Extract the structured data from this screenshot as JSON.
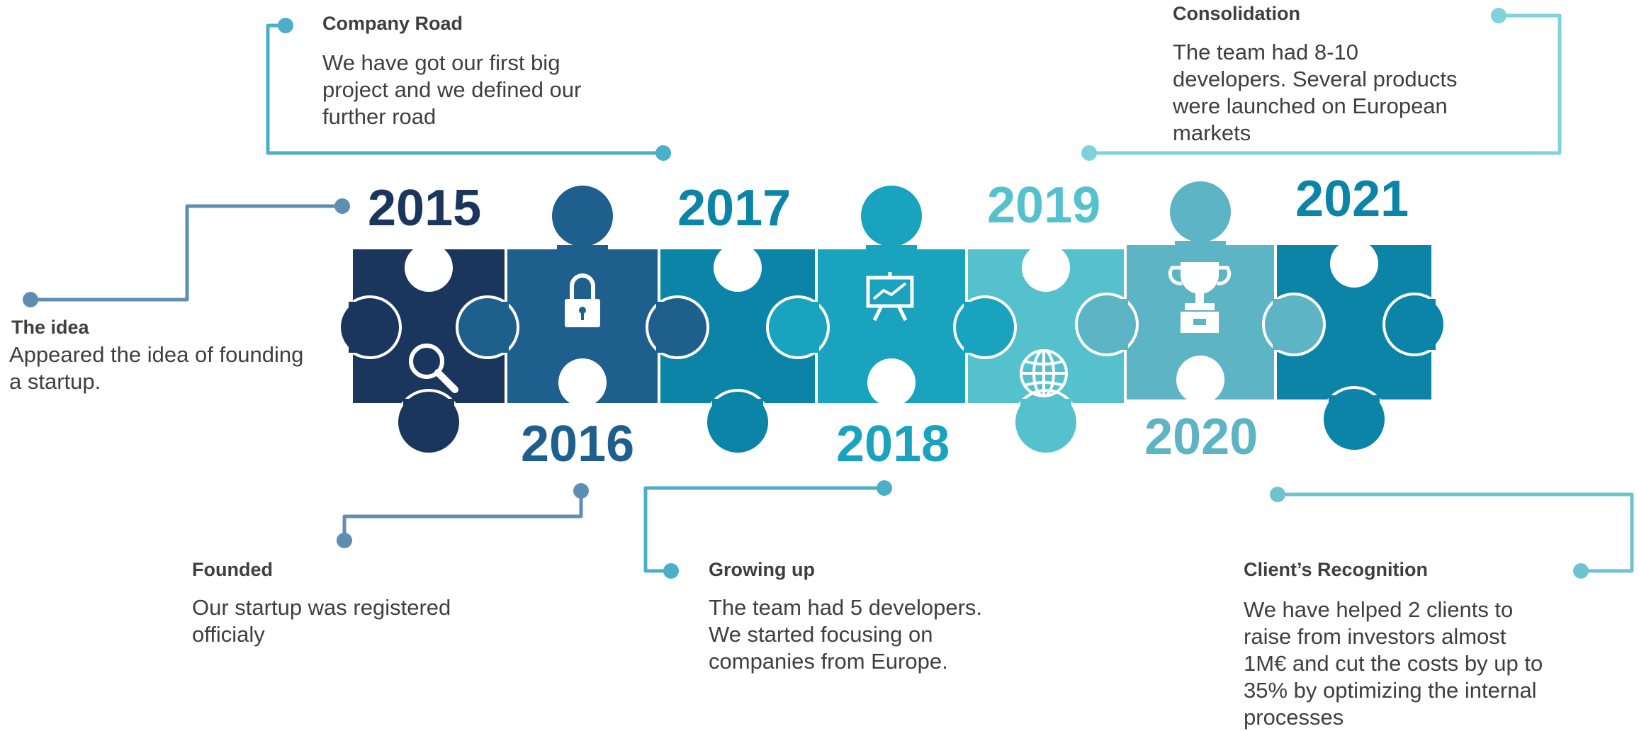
{
  "milestones": [
    {
      "year": "2015",
      "title": "The idea",
      "description": "Appeared the idea of founding a startup.",
      "color": "#1b365d"
    },
    {
      "year": "2016",
      "title": "Founded",
      "description": "Our startup was registered officialy",
      "color": "#1e5f8e"
    },
    {
      "year": "2017",
      "title": "Company Road",
      "description": "We have got our first big project and we defined our further road",
      "color": "#0b84a8"
    },
    {
      "year": "2018",
      "title": "Growing up",
      "description": "The team had 5 developers. We started focusing on companies from Europe.",
      "color": "#19a3be"
    },
    {
      "year": "2019",
      "title": "Consolidation",
      "description": "The team had 8-10 developers. Several products were launched on European markets",
      "color": "#55c1cc"
    },
    {
      "year": "2020",
      "title": "Client’s Recognition",
      "description": "We have helped 2 clients to raise from investors almost 1M€ and cut the costs by up to 35% by optimizing the internal processes",
      "color": "#5db4c4"
    },
    {
      "year": "2021",
      "title": "",
      "description": "",
      "color": "#0b84a8"
    }
  ],
  "icons": [
    "magnifier-icon",
    "padlock-icon",
    "presentation-board-icon",
    "globe-icon",
    "trophy-icon"
  ]
}
